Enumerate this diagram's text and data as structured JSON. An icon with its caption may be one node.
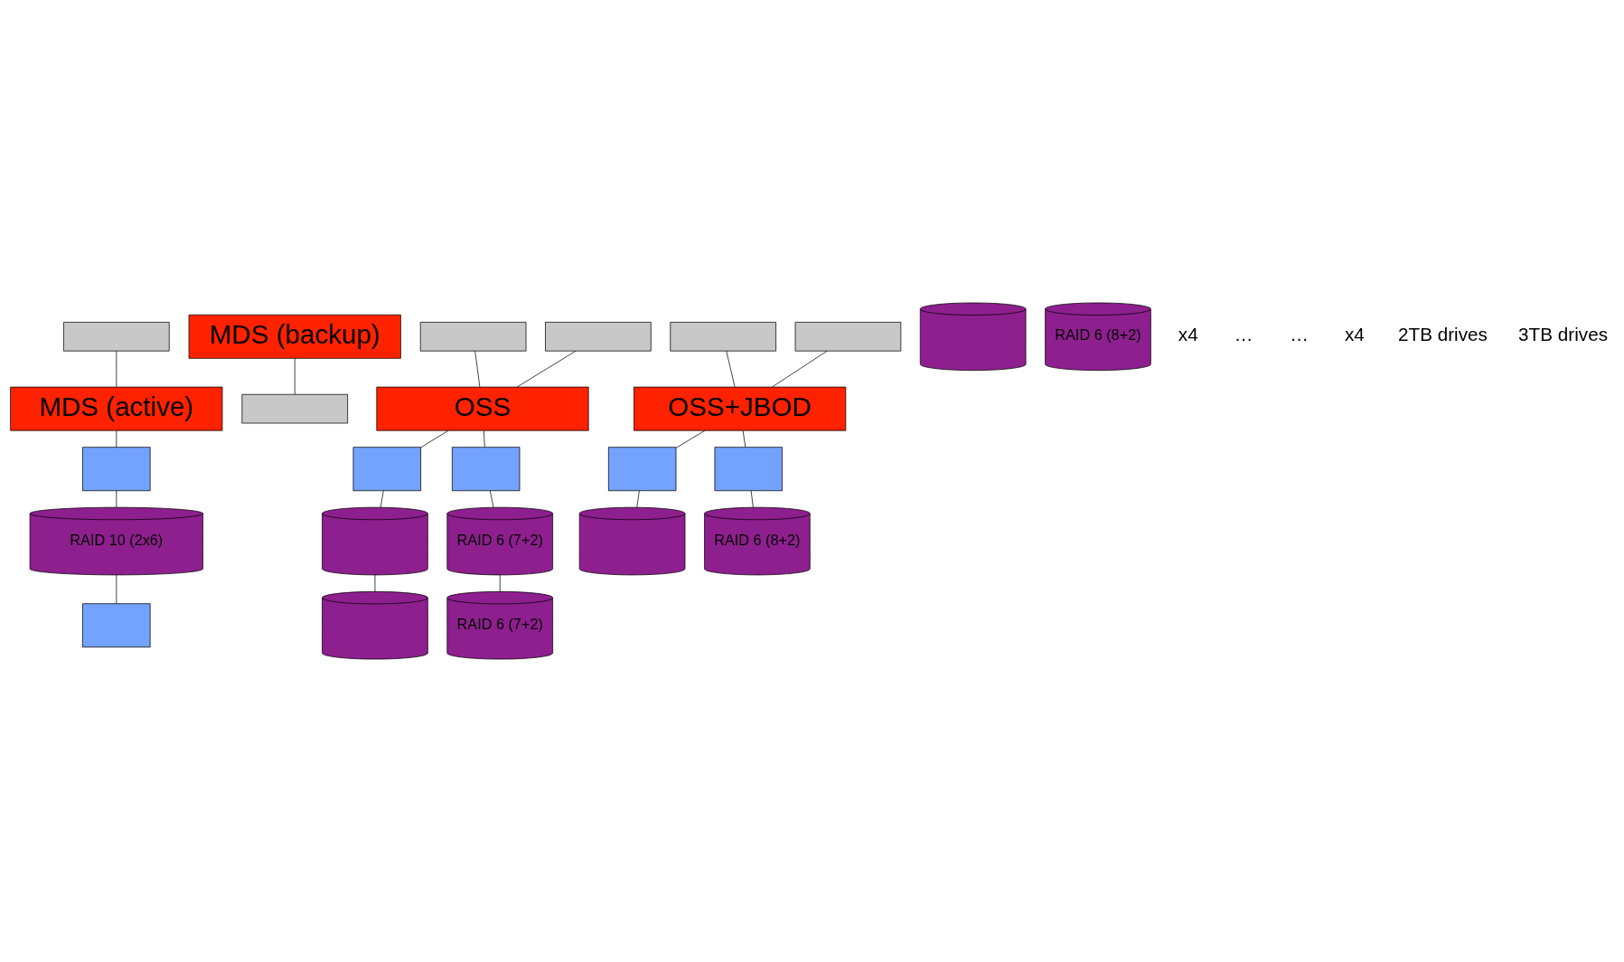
{
  "diagram": {
    "nodes": [
      {
        "text": [],
        "shape": "box"
      },
      {
        "text": [
          "MDS (active)"
        ]
      },
      {
        "text": [],
        "shape": "box"
      },
      {
        "text": [
          "RAID 10 (2x6)"
        ]
      },
      {
        "text": [],
        "shape": "box"
      },
      {
        "text": [
          "MDS (backup)"
        ]
      },
      {
        "text": [],
        "shape": "box"
      },
      {
        "text": [],
        "shape": "box"
      },
      {
        "text": [],
        "shape": "box"
      },
      {
        "text": [
          "OSS"
        ]
      },
      {
        "text": [],
        "shape": "box"
      },
      {
        "text": [],
        "shape": "box"
      },
      {
        "text": [],
        "shape": "cylinder"
      },
      {
        "text": [
          "RAID 6 (7+2)"
        ]
      },
      {
        "text": [],
        "shape": "cylinder"
      },
      {
        "text": [
          "RAID 6 (7+2)"
        ]
      },
      {
        "text": [],
        "shape": "box"
      },
      {
        "text": [],
        "shape": "box"
      },
      {
        "text": [
          "OSS+JBOD"
        ]
      },
      {
        "text": [],
        "shape": "box"
      },
      {
        "text": [],
        "shape": "box"
      },
      {
        "text": [],
        "shape": "cylinder"
      },
      {
        "text": [
          "RAID 6 (8+2)"
        ]
      },
      {
        "text": [],
        "shape": "cylinder"
      },
      {
        "text": [
          "RAID 6 (8+2)"
        ]
      }
    ],
    "edges": [
      {
        "from": 0,
        "to": 1,
        "arrow": "none"
      },
      {
        "from": 1,
        "to": 2,
        "arrow": "none"
      },
      {
        "from": 2,
        "to": 3,
        "arrow": "none"
      },
      {
        "from": 3,
        "to": 4,
        "arrow": "none"
      },
      {
        "from": 5,
        "to": 6,
        "arrow": "none"
      },
      {
        "from": 7,
        "to": 9,
        "arrow": "none"
      },
      {
        "from": 8,
        "to": 9,
        "arrow": "none"
      },
      {
        "from": 9,
        "to": 10,
        "arrow": "none"
      },
      {
        "from": 9,
        "to": 11,
        "arrow": "none"
      },
      {
        "from": 10,
        "to": 12,
        "arrow": "none"
      },
      {
        "from": 11,
        "to": 13,
        "arrow": "none"
      },
      {
        "from": 12,
        "to": 14,
        "arrow": "none"
      },
      {
        "from": 13,
        "to": 15,
        "arrow": "none"
      },
      {
        "from": 16,
        "to": 18,
        "arrow": "none"
      },
      {
        "from": 17,
        "to": 18,
        "arrow": "none"
      },
      {
        "from": 18,
        "to": 19,
        "arrow": "none"
      },
      {
        "from": 18,
        "to": 20,
        "arrow": "none"
      },
      {
        "from": 19,
        "to": 21,
        "arrow": "none"
      },
      {
        "from": 20,
        "to": 22,
        "arrow": "none"
      }
    ],
    "labels": [
      "x4",
      "…",
      "…",
      "x4",
      "2TB drives",
      "3TB drives"
    ]
  }
}
